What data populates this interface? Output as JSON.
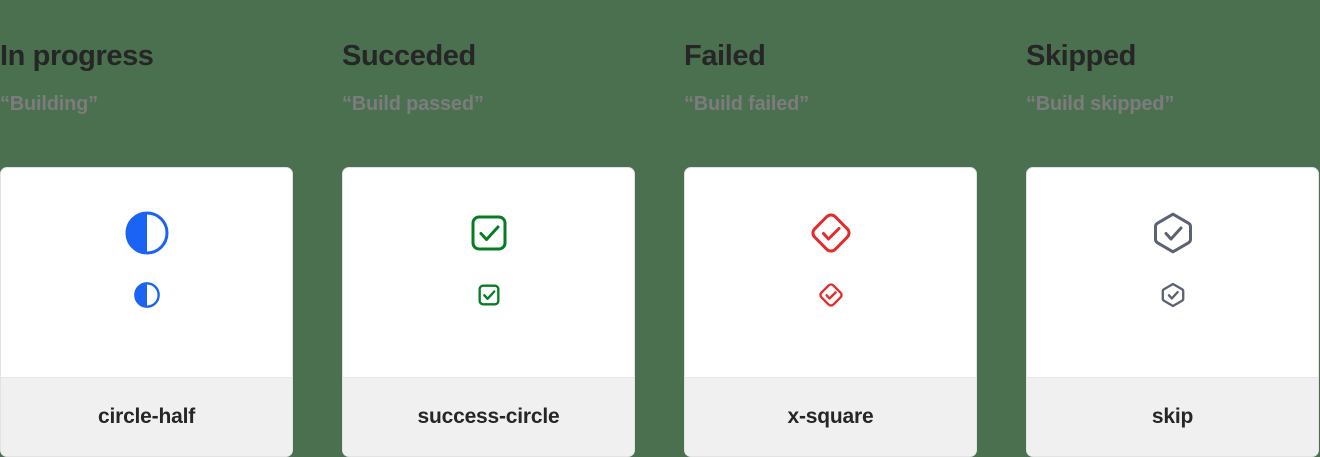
{
  "page": {
    "background_color": "#4a7050",
    "card_background": "#ffffff",
    "card_footer_background": "#f0f0f0",
    "title_color": "#262626",
    "subtitle_color": "#7c7c7c"
  },
  "columns": [
    {
      "title": "In progress",
      "subtitle": "“Building”",
      "icon_name": "circle-half",
      "icon_label": "circle-half",
      "icon_color": "#1a63f5"
    },
    {
      "title": "Succeded",
      "subtitle": "“Build passed”",
      "icon_name": "success-circle",
      "icon_label": "success-circle",
      "icon_color": "#067d24"
    },
    {
      "title": "Failed",
      "subtitle": "“Build failed”",
      "icon_name": "x-square",
      "icon_label": "x-square",
      "icon_color": "#e32b2b"
    },
    {
      "title": "Skipped",
      "subtitle": "“Build skipped”",
      "icon_name": "skip",
      "icon_label": "skip",
      "icon_color": "#5c6273"
    }
  ]
}
